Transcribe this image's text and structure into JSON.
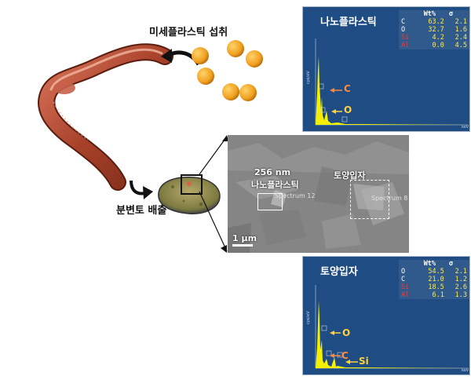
{
  "labels": {
    "ingestion": "미세플라스틱 섭취",
    "excretion": "분변토 배출"
  },
  "sem": {
    "nano_size": "256 nm",
    "nano_label": "나노플라스틱",
    "soil_label": "토양입자",
    "spectrum_a": "Spectrum 12",
    "spectrum_b": "Spectrum 8",
    "scale_bar": "1 μm"
  },
  "eds_top": {
    "title": "나노플라스틱",
    "col_wt": "Wt%",
    "col_sigma": "σ",
    "rows": [
      {
        "el": "C",
        "wt": "63.2",
        "sigma": "2.1"
      },
      {
        "el": "O",
        "wt": "32.7",
        "sigma": "1.6"
      },
      {
        "el": "Si",
        "wt": "4.2",
        "sigma": "2.4"
      },
      {
        "el": "Al",
        "wt": "0.0",
        "sigma": "4.5"
      }
    ],
    "peaks": {
      "c": "C",
      "o": "O"
    },
    "axis_y": "cps/eV",
    "axis_x": "keV"
  },
  "eds_bottom": {
    "title": "토양입자",
    "col_wt": "Wt%",
    "col_sigma": "σ",
    "rows": [
      {
        "el": "O",
        "wt": "54.5",
        "sigma": "2.1"
      },
      {
        "el": "C",
        "wt": "21.0",
        "sigma": "1.2"
      },
      {
        "el": "Si",
        "wt": "18.5",
        "sigma": "2.6"
      },
      {
        "el": "Al",
        "wt": "6.1",
        "sigma": "1.3"
      }
    ],
    "peaks": {
      "o": "O",
      "c": "C",
      "si": "Si"
    },
    "axis_y": "cps/eV",
    "axis_x": "keV"
  },
  "colors": {
    "panel_bg": "#1f4c82",
    "spectrum": "#f4f000",
    "worm": "#a8412a",
    "bead": "#f0a020"
  },
  "icons": [
    "earthworm",
    "microplastic-bead",
    "fecal-cast",
    "curved-arrow",
    "sem-image"
  ]
}
